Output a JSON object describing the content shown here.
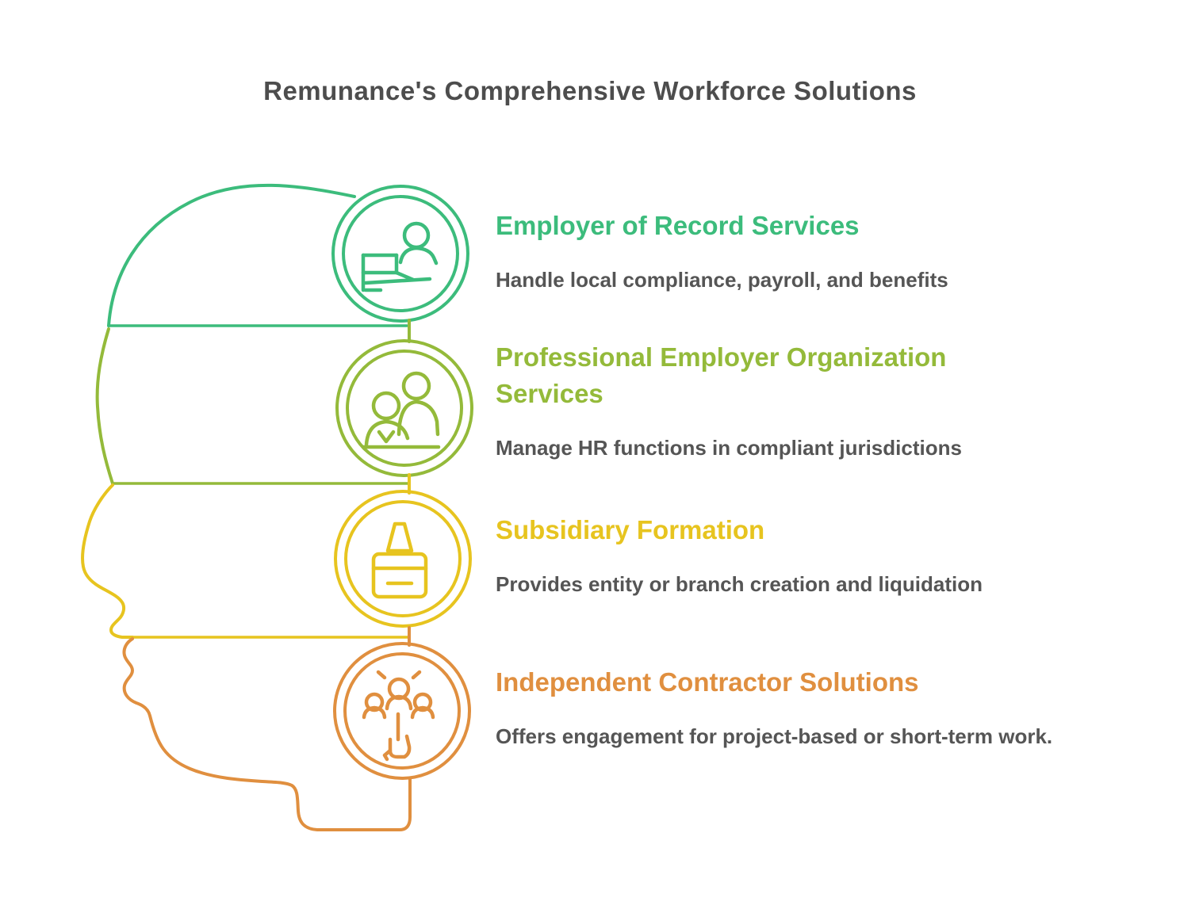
{
  "title": "Remunance's Comprehensive Workforce Solutions",
  "colors": {
    "background": "#FFFFFF",
    "title_text": "#4D4D4D",
    "body_text": "#555555"
  },
  "sections": [
    {
      "id": "employer-of-record",
      "heading": "Employer of Record Services",
      "description": "Handle local compliance, payroll, and benefits",
      "color": "#3CBC7C",
      "icon": "person-flag-icon"
    },
    {
      "id": "peo",
      "heading": "Professional Employer Organization Services",
      "description": "Manage HR functions in compliant jurisdictions",
      "color": "#94BA3A",
      "icon": "team-icon"
    },
    {
      "id": "subsidiary-formation",
      "heading": "Subsidiary Formation",
      "description": "Provides entity or branch creation and liquidation",
      "color": "#E7C41F",
      "icon": "glue-bottle-icon"
    },
    {
      "id": "independent-contractor",
      "heading": "Independent Contractor Solutions",
      "description": "Offers engagement for project-based or short-term work.",
      "color": "#E08F3F",
      "icon": "talent-selection-icon"
    }
  ]
}
